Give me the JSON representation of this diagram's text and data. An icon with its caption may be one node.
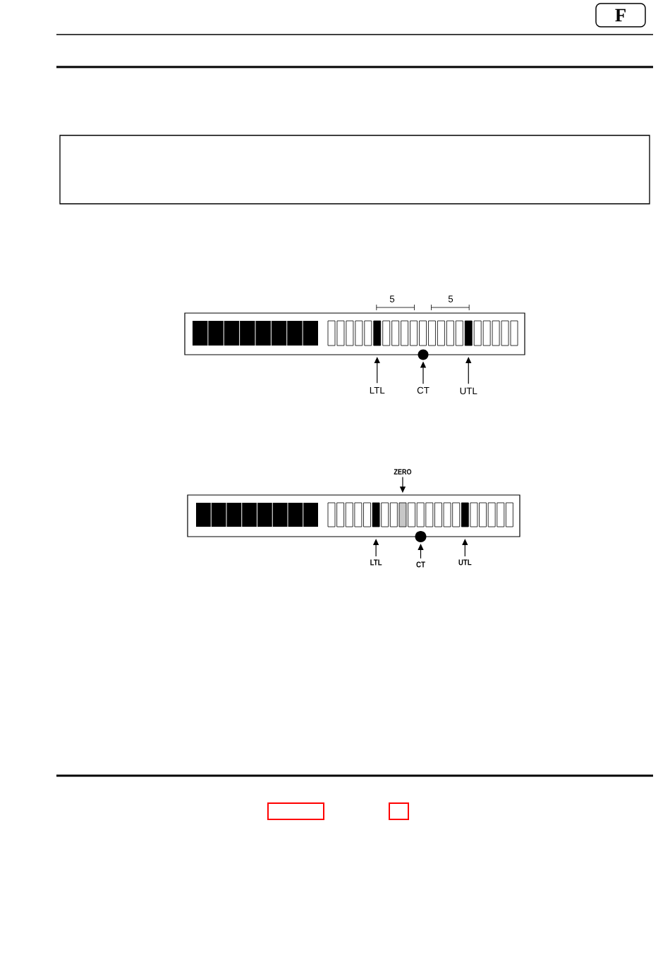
{
  "diagram": {
    "nodes": [
      {
        "text": [
          "F"
        ]
      },
      {
        "text": [],
        "shape": "box"
      },
      {
        "text": [],
        "shape": "box"
      },
      {
        "text": [],
        "shape": "circle"
      },
      {
        "text": [
          "LTL"
        ]
      },
      {
        "text": [
          "CT"
        ]
      },
      {
        "text": [
          "UTL"
        ]
      },
      {
        "text": [
          "ZERO"
        ]
      },
      {
        "text": [],
        "shape": "box"
      },
      {
        "text": [],
        "shape": "circle"
      },
      {
        "text": [
          "LTL"
        ]
      },
      {
        "text": [
          "CT"
        ]
      },
      {
        "text": [
          "UTL"
        ]
      },
      {
        "text": [],
        "shape": "box"
      },
      {
        "text": [],
        "shape": "box"
      }
    ],
    "edges": [
      {
        "from": 4,
        "to": 2,
        "arrow": "to"
      },
      {
        "from": 5,
        "to": 3,
        "arrow": "to"
      },
      {
        "from": 6,
        "to": 2,
        "arrow": "to"
      },
      {
        "from": 7,
        "to": 8,
        "arrow": "to"
      },
      {
        "from": 10,
        "to": 8,
        "arrow": "to"
      },
      {
        "from": 11,
        "to": 9,
        "arrow": "to"
      },
      {
        "from": 12,
        "to": 8,
        "arrow": "to"
      }
    ],
    "labels": [
      "5",
      "5"
    ]
  }
}
